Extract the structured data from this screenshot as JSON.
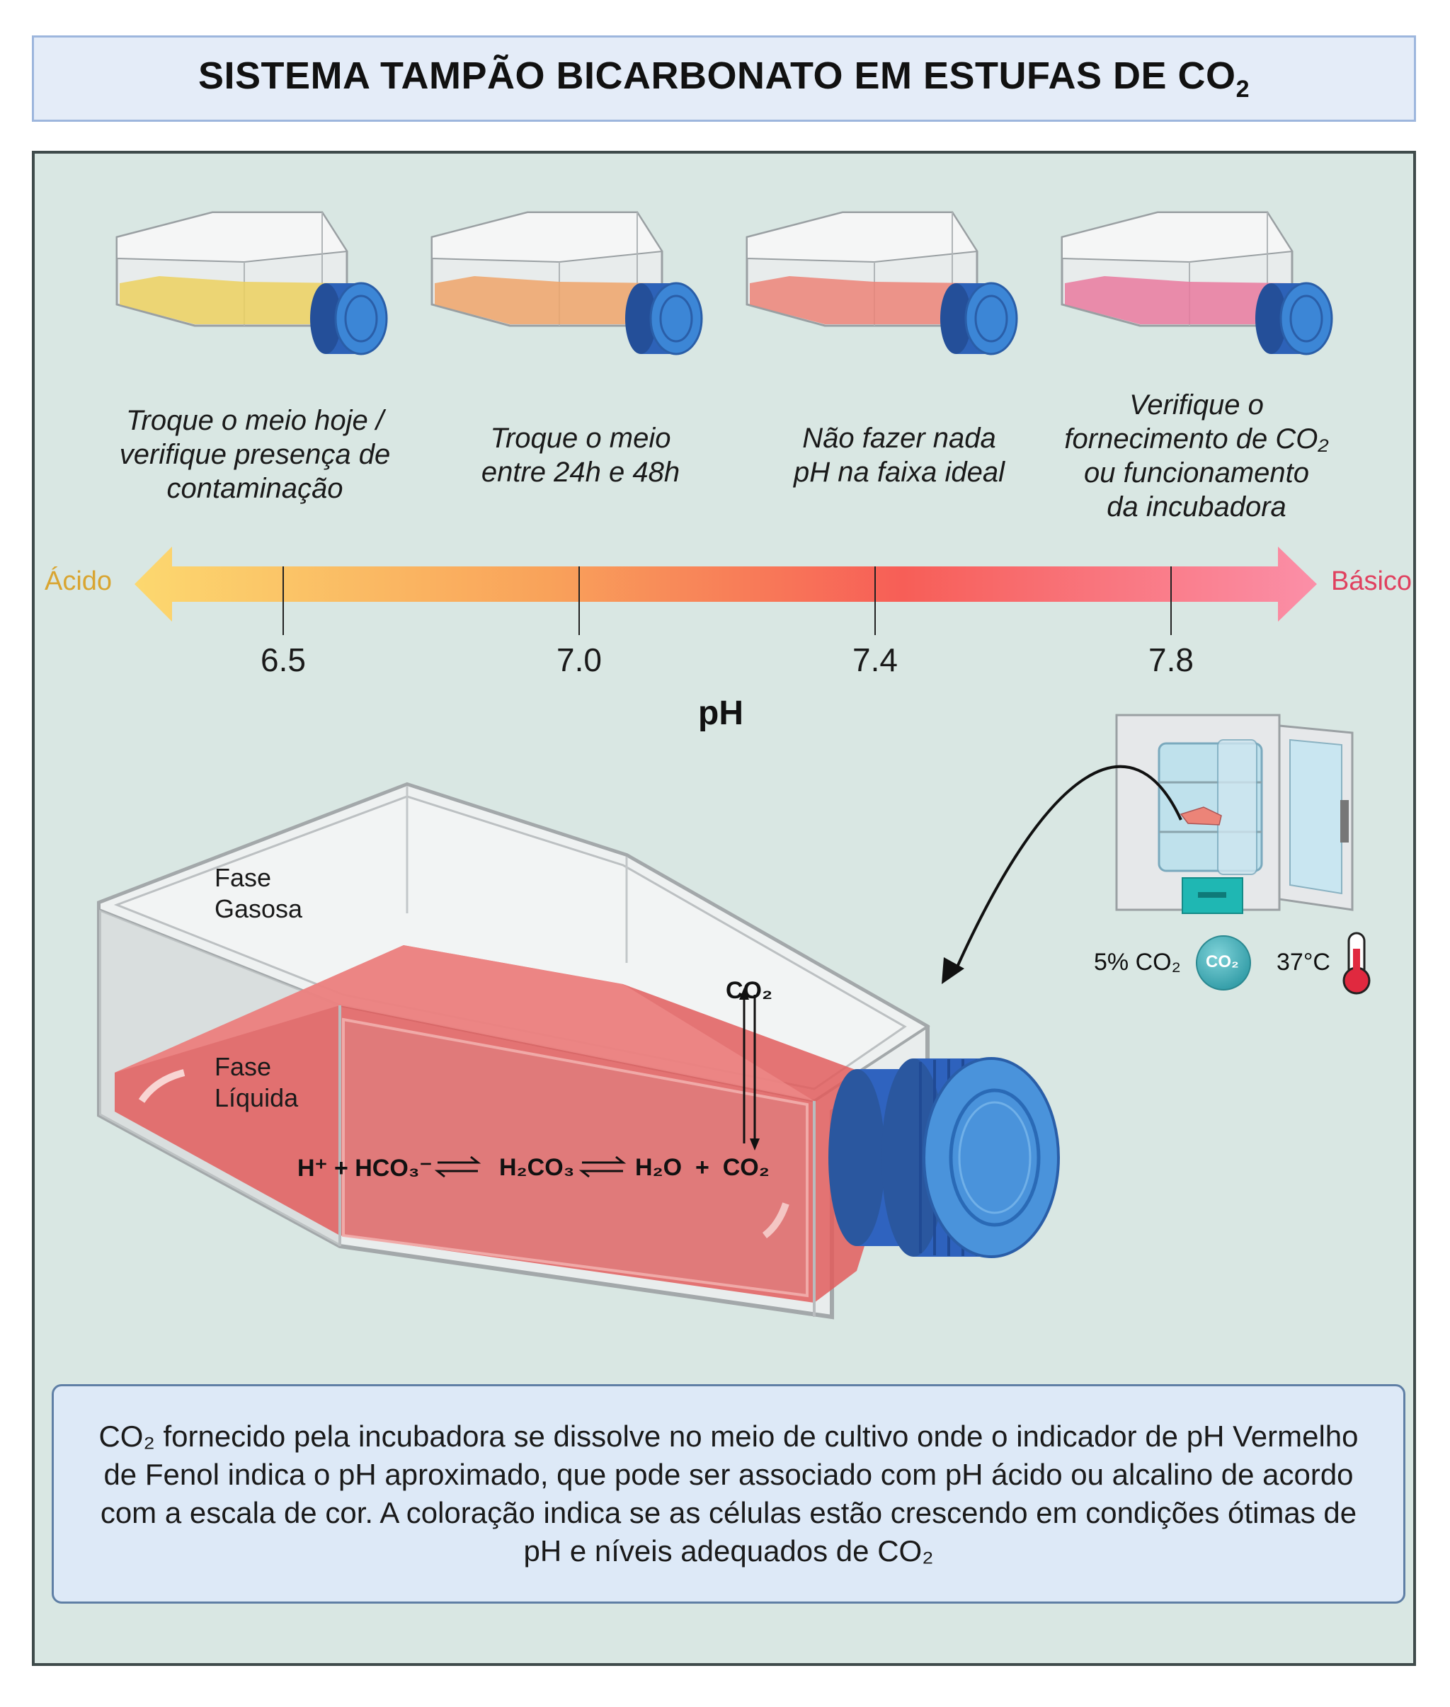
{
  "title": {
    "main": "SISTEMA TAMPÃO BICARBONATO EM ESTUFAS DE CO",
    "sub": "2"
  },
  "flasks": [
    {
      "color": "#ecd15f",
      "lines": [
        "Troque o meio hoje /",
        "verifique presença de",
        "contaminação"
      ]
    },
    {
      "color": "#eea56a",
      "lines": [
        "Troque o meio",
        "entre 24h e 48h"
      ]
    },
    {
      "color": "#ec8478",
      "lines": [
        "Não fazer nada",
        "pH na faixa ideal"
      ]
    },
    {
      "color": "#e97a9f",
      "lines": [
        "Verifique o",
        "fornecimento de  CO₂",
        "ou funcionamento",
        "da incubadora"
      ]
    }
  ],
  "scale": {
    "left_label": "Ácido",
    "right_label": "Básico",
    "left_color": "#d9a531",
    "right_color": "#e0415f",
    "ticks": [
      "6.5",
      "7.0",
      "7.4",
      "7.8"
    ],
    "axis_label": "pH"
  },
  "big_flask": {
    "gas_label": [
      "Fase",
      "Gasosa"
    ],
    "liquid_label": [
      "Fase",
      "Líquida"
    ],
    "co2_top": "CO₂",
    "equation": {
      "reactants": "H⁺ + HCO₃⁻",
      "intermediate": "H₂CO₃",
      "products": "H₂O  +  CO₂"
    }
  },
  "incubator": {
    "co2_label": "5% CO₂",
    "co2_icon": "CO₂",
    "temp_label": "37°C"
  },
  "info_text": "CO₂ fornecido pela incubadora se dissolve no meio de cultivo onde o indicador de pH Vermelho de Fenol indica o pH aproximado, que pode ser associado com pH ácido ou alcalino de acordo com a escala de cor. A coloração indica se as células estão crescendo em condições ótimas de pH e níveis adequados de CO₂"
}
